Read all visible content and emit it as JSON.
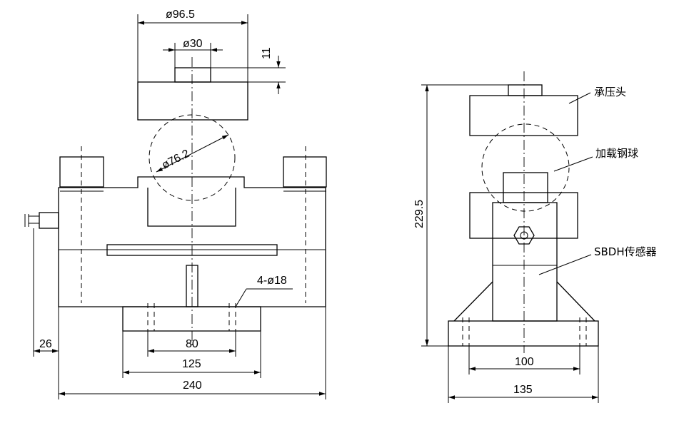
{
  "dimensions": {
    "top_cap_diameter": "ø96.5",
    "top_pin_diameter": "ø30",
    "top_pin_height": "11",
    "ball_diameter": "ø76.2",
    "mount_holes": "4-ø18",
    "offset_26": "26",
    "hole_spacing_80": "80",
    "base_125": "125",
    "overall_240": "240",
    "height_229_5": "229.5",
    "side_100": "100",
    "side_135": "135"
  },
  "labels": {
    "pressure_head": "承压头",
    "steel_ball": "加载钢球",
    "sensor": "SBDH传感器"
  }
}
